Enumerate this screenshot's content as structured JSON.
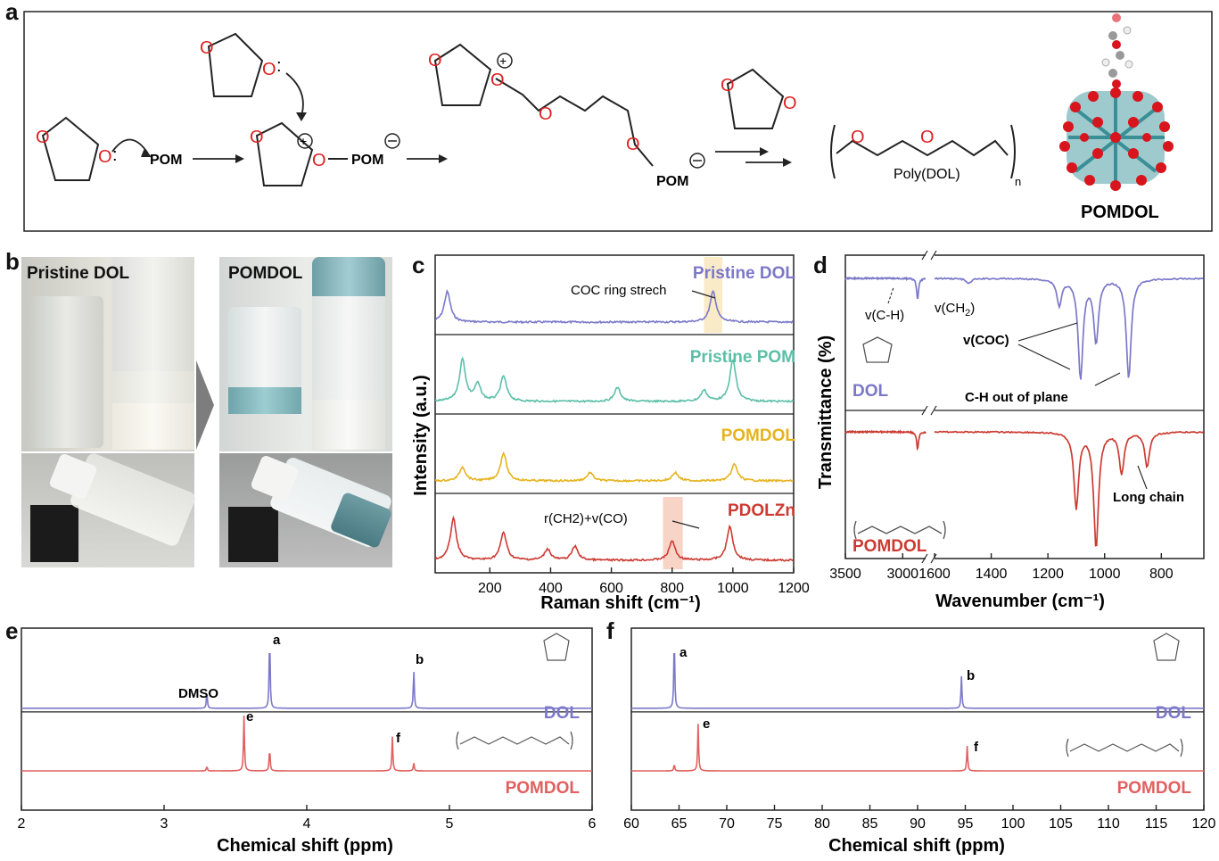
{
  "panels": {
    "a": {
      "letter": "a",
      "pom": "POM",
      "pom_minus": "POM",
      "pom_chain": "POM",
      "colon": ":",
      "oxygen": "O",
      "poly_label": "Poly(DOL)",
      "subscript_n": "n",
      "pomdol_label": "POMDOL"
    },
    "b": {
      "letter": "b",
      "left_label": "Pristine DOL",
      "right_label": "POMDOL"
    },
    "c": {
      "letter": "c",
      "xlabel": "Raman shift (cm⁻¹)",
      "ylabel": "Intensity (a.u.)",
      "xticks": [
        "200",
        "400",
        "600",
        "800",
        "1000",
        "1200"
      ],
      "annotation_coc": "COC ring strech",
      "annotation_rch2": "r(CH2)+v(CO)",
      "series": [
        "Pristine DOL",
        "Pristine POM",
        "POMDOL",
        "PDOLZn"
      ],
      "colors": [
        "#7b78c8",
        "#5bbfa8",
        "#e6b31e",
        "#cc3b33"
      ]
    },
    "d": {
      "letter": "d",
      "xlabel": "Wavenumber (cm⁻¹)",
      "ylabel": "Transmittance (%)",
      "xticks": [
        "3500",
        "3000",
        "1600",
        "1400",
        "1200",
        "1000",
        "800"
      ],
      "label_ch": "v(C-H)",
      "label_ch2": "v(CH",
      "label_ch2_sub": "2",
      "label_ch2_end": ")",
      "label_coc": "v(COC)",
      "label_ch_oop": "C-H out of plane",
      "label_long": "Long chain",
      "dol": "DOL",
      "pomdol": "POMDOL"
    },
    "e": {
      "letter": "e",
      "xlabel": "Chemical shift (ppm)",
      "xticks": [
        "2",
        "3",
        "4",
        "5",
        "6"
      ],
      "dmso": "DMSO",
      "peak_a": "a",
      "peak_b": "b",
      "peak_e": "e",
      "peak_f": "f",
      "dol": "DOL",
      "pomdol": "POMDOL"
    },
    "f": {
      "letter": "f",
      "xlabel": "Chemical shift (ppm)",
      "xticks": [
        "60",
        "65",
        "70",
        "75",
        "80",
        "85",
        "90",
        "95",
        "100",
        "105",
        "110",
        "115",
        "120"
      ],
      "peak_a": "a",
      "peak_b": "b",
      "peak_e": "e",
      "peak_f": "f",
      "dol": "DOL",
      "pomdol": "POMDOL"
    }
  },
  "chart_data": [
    {
      "type": "line",
      "panel": "c",
      "xlabel": "Raman shift (cm⁻¹)",
      "ylabel": "Intensity (a.u.)",
      "xlim": [
        20,
        1200
      ],
      "grid": false,
      "series": [
        {
          "name": "Pristine DOL",
          "peaks": [
            [
              60,
              0.55
            ],
            [
              935,
              0.55
            ]
          ]
        },
        {
          "name": "Pristine POM",
          "peaks": [
            [
              110,
              0.75
            ],
            [
              160,
              0.3
            ],
            [
              245,
              0.45
            ],
            [
              620,
              0.25
            ],
            [
              905,
              0.2
            ],
            [
              1000,
              0.75
            ]
          ]
        },
        {
          "name": "POMDOL",
          "peaks": [
            [
              110,
              0.25
            ],
            [
              245,
              0.5
            ],
            [
              530,
              0.15
            ],
            [
              810,
              0.15
            ],
            [
              1005,
              0.3
            ]
          ]
        },
        {
          "name": "PDOLZn",
          "peaks": [
            [
              80,
              0.75
            ],
            [
              245,
              0.5
            ],
            [
              390,
              0.2
            ],
            [
              480,
              0.25
            ],
            [
              800,
              0.35
            ],
            [
              990,
              0.6
            ]
          ]
        }
      ]
    },
    {
      "type": "line",
      "panel": "d",
      "xlabel": "Wavenumber (cm⁻¹)",
      "ylabel": "Transmittance (%)",
      "x_breaks": [
        [
          2800,
          1600
        ]
      ],
      "series": [
        {
          "name": "DOL",
          "dips": [
            [
              2870,
              0.2
            ],
            [
              1480,
              0.05
            ],
            [
              1160,
              0.25
            ],
            [
              1085,
              0.95
            ],
            [
              1030,
              0.6
            ],
            [
              915,
              0.95
            ]
          ]
        },
        {
          "name": "POMDOL",
          "dips": [
            [
              2870,
              0.15
            ],
            [
              1100,
              0.65
            ],
            [
              1030,
              1.0
            ],
            [
              940,
              0.35
            ],
            [
              850,
              0.3
            ]
          ]
        }
      ]
    },
    {
      "type": "line",
      "panel": "e",
      "xlabel": "Chemical shift (ppm)",
      "xlim": [
        2,
        6
      ],
      "series": [
        {
          "name": "DOL",
          "peaks": [
            [
              3.3,
              0.22
            ],
            [
              3.74,
              1.0
            ],
            [
              4.75,
              0.55
            ]
          ]
        },
        {
          "name": "POMDOL",
          "peaks": [
            [
              3.3,
              0.08
            ],
            [
              3.56,
              1.0
            ],
            [
              3.74,
              0.4
            ],
            [
              4.6,
              0.62
            ],
            [
              4.75,
              0.15
            ]
          ]
        }
      ]
    },
    {
      "type": "line",
      "panel": "f",
      "xlabel": "Chemical shift (ppm)",
      "xlim": [
        60,
        120
      ],
      "series": [
        {
          "name": "DOL",
          "peaks": [
            [
              64.5,
              1.0
            ],
            [
              94.6,
              0.45
            ]
          ]
        },
        {
          "name": "POMDOL",
          "peaks": [
            [
              64.5,
              0.12
            ],
            [
              67.0,
              0.85
            ],
            [
              95.2,
              0.45
            ]
          ]
        }
      ]
    }
  ]
}
